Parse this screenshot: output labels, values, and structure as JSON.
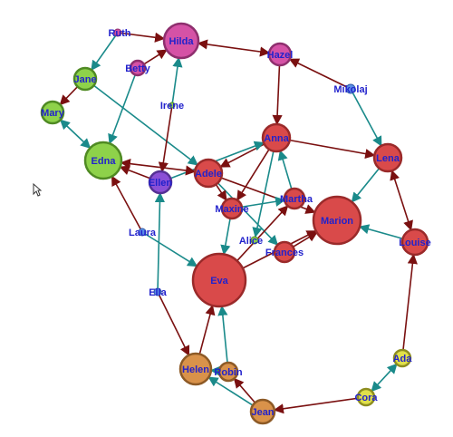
{
  "colors": {
    "red": "#d94a4a",
    "redStroke": "#9a2a2a",
    "pink": "#d552a6",
    "pinkStroke": "#8e2f6e",
    "green": "#8ed24a",
    "greenStroke": "#4f8a23",
    "purple": "#8b4fd6",
    "purpleStroke": "#553095",
    "blue": "#5a8ee6",
    "blueStroke": "#2f5aa8",
    "orange": "#d9924a",
    "orangeStroke": "#8d5a26",
    "yellow": "#e0e04a",
    "yellowStroke": "#8d8d20",
    "edgeRed": "#7a1010",
    "edgeTeal": "#1a8a8a",
    "label": "#2222cc"
  },
  "nodes": [
    {
      "id": "hilda",
      "label": "Hilda",
      "color": "pink"
    },
    {
      "id": "ruth",
      "label": "Ruth",
      "color": "pink"
    },
    {
      "id": "hazel",
      "label": "Hazel",
      "color": "pink"
    },
    {
      "id": "betty",
      "label": "Betty",
      "color": "pink"
    },
    {
      "id": "jane",
      "label": "Jane",
      "color": "green"
    },
    {
      "id": "mary",
      "label": "Mary",
      "color": "green"
    },
    {
      "id": "irene",
      "label": "Irene",
      "color": "green"
    },
    {
      "id": "mikolaj",
      "label": "Mikolaj",
      "color": "blue"
    },
    {
      "id": "edna",
      "label": "Edna",
      "color": "green"
    },
    {
      "id": "anna",
      "label": "Anna",
      "color": "red"
    },
    {
      "id": "lena",
      "label": "Lena",
      "color": "red"
    },
    {
      "id": "adele",
      "label": "Adele",
      "color": "red"
    },
    {
      "id": "ellen",
      "label": "Ellen",
      "color": "purple"
    },
    {
      "id": "martha",
      "label": "Martha",
      "color": "red"
    },
    {
      "id": "maxine",
      "label": "Maxine",
      "color": "red"
    },
    {
      "id": "marion",
      "label": "Marion",
      "color": "red"
    },
    {
      "id": "laura",
      "label": "Laura",
      "color": "blue"
    },
    {
      "id": "alice",
      "label": "Alice",
      "color": "green"
    },
    {
      "id": "frances",
      "label": "Frances",
      "color": "red"
    },
    {
      "id": "louise",
      "label": "Louise",
      "color": "red"
    },
    {
      "id": "eva",
      "label": "Eva",
      "color": "red"
    },
    {
      "id": "ella",
      "label": "Ella",
      "color": "blue"
    },
    {
      "id": "ada",
      "label": "Ada",
      "color": "yellow"
    },
    {
      "id": "helen",
      "label": "Helen",
      "color": "orange"
    },
    {
      "id": "robin",
      "label": "Robin",
      "color": "orange"
    },
    {
      "id": "cora",
      "label": "Cora",
      "color": "yellow"
    },
    {
      "id": "jean",
      "label": "Jean",
      "color": "orange"
    }
  ],
  "edges": [
    {
      "from": "ruth",
      "to": "hilda",
      "color": "edgeRed",
      "bidir": false
    },
    {
      "from": "ruth",
      "to": "jane",
      "color": "edgeTeal",
      "bidir": false
    },
    {
      "from": "hilda",
      "to": "hazel",
      "color": "edgeRed",
      "bidir": true
    },
    {
      "from": "betty",
      "to": "hilda",
      "color": "edgeRed",
      "bidir": false
    },
    {
      "from": "betty",
      "to": "edna",
      "color": "edgeTeal",
      "bidir": false
    },
    {
      "from": "hazel",
      "to": "anna",
      "color": "edgeRed",
      "bidir": false
    },
    {
      "from": "mikolaj",
      "to": "hazel",
      "color": "edgeRed",
      "bidir": false
    },
    {
      "from": "mikolaj",
      "to": "lena",
      "color": "edgeTeal",
      "bidir": false
    },
    {
      "from": "jane",
      "to": "mary",
      "color": "edgeRed",
      "bidir": false
    },
    {
      "from": "jane",
      "to": "adele",
      "color": "edgeTeal",
      "bidir": false
    },
    {
      "from": "mary",
      "to": "edna",
      "color": "edgeTeal",
      "bidir": true
    },
    {
      "from": "irene",
      "to": "hilda",
      "color": "edgeTeal",
      "bidir": false
    },
    {
      "from": "irene",
      "to": "ellen",
      "color": "edgeRed",
      "bidir": false
    },
    {
      "from": "anna",
      "to": "lena",
      "color": "edgeRed",
      "bidir": false
    },
    {
      "from": "anna",
      "to": "adele",
      "color": "edgeRed",
      "bidir": false
    },
    {
      "from": "anna",
      "to": "maxine",
      "color": "edgeRed",
      "bidir": false
    },
    {
      "from": "anna",
      "to": "alice",
      "color": "edgeTeal",
      "bidir": false
    },
    {
      "from": "martha",
      "to": "anna",
      "color": "edgeTeal",
      "bidir": false
    },
    {
      "from": "lena",
      "to": "marion",
      "color": "edgeTeal",
      "bidir": false
    },
    {
      "from": "lena",
      "to": "louise",
      "color": "edgeRed",
      "bidir": true
    },
    {
      "from": "ellen",
      "to": "anna",
      "color": "edgeTeal",
      "bidir": false
    },
    {
      "from": "edna",
      "to": "adele",
      "color": "edgeRed",
      "bidir": true
    },
    {
      "from": "ellen",
      "to": "edna",
      "color": "edgeRed",
      "bidir": false
    },
    {
      "from": "adele",
      "to": "marion",
      "color": "edgeRed",
      "bidir": false
    },
    {
      "from": "adele",
      "to": "frances",
      "color": "edgeTeal",
      "bidir": false
    },
    {
      "from": "adele",
      "to": "maxine",
      "color": "edgeRed",
      "bidir": false
    },
    {
      "from": "maxine",
      "to": "eva",
      "color": "edgeTeal",
      "bidir": false
    },
    {
      "from": "maxine",
      "to": "martha",
      "color": "edgeTeal",
      "bidir": false
    },
    {
      "from": "laura",
      "to": "edna",
      "color": "edgeRed",
      "bidir": false
    },
    {
      "from": "laura",
      "to": "eva",
      "color": "edgeTeal",
      "bidir": false
    },
    {
      "from": "eva",
      "to": "martha",
      "color": "edgeRed",
      "bidir": false
    },
    {
      "from": "frances",
      "to": "marion",
      "color": "edgeRed",
      "bidir": false
    },
    {
      "from": "eva",
      "to": "marion",
      "color": "edgeRed",
      "bidir": false
    },
    {
      "from": "louise",
      "to": "marion",
      "color": "edgeTeal",
      "bidir": false
    },
    {
      "from": "ella",
      "to": "ellen",
      "color": "edgeTeal",
      "bidir": false
    },
    {
      "from": "ella",
      "to": "helen",
      "color": "edgeRed",
      "bidir": false
    },
    {
      "from": "helen",
      "to": "eva",
      "color": "edgeRed",
      "bidir": false
    },
    {
      "from": "robin",
      "to": "eva",
      "color": "edgeTeal",
      "bidir": false
    },
    {
      "from": "robin",
      "to": "helen",
      "color": "edgeTeal",
      "bidir": false
    },
    {
      "from": "jean",
      "to": "helen",
      "color": "edgeTeal",
      "bidir": false
    },
    {
      "from": "jean",
      "to": "robin",
      "color": "edgeRed",
      "bidir": false
    },
    {
      "from": "cora",
      "to": "jean",
      "color": "edgeRed",
      "bidir": false
    },
    {
      "from": "ada",
      "to": "louise",
      "color": "edgeRed",
      "bidir": false
    },
    {
      "from": "cora",
      "to": "ada",
      "color": "edgeTeal",
      "bidir": true
    }
  ]
}
